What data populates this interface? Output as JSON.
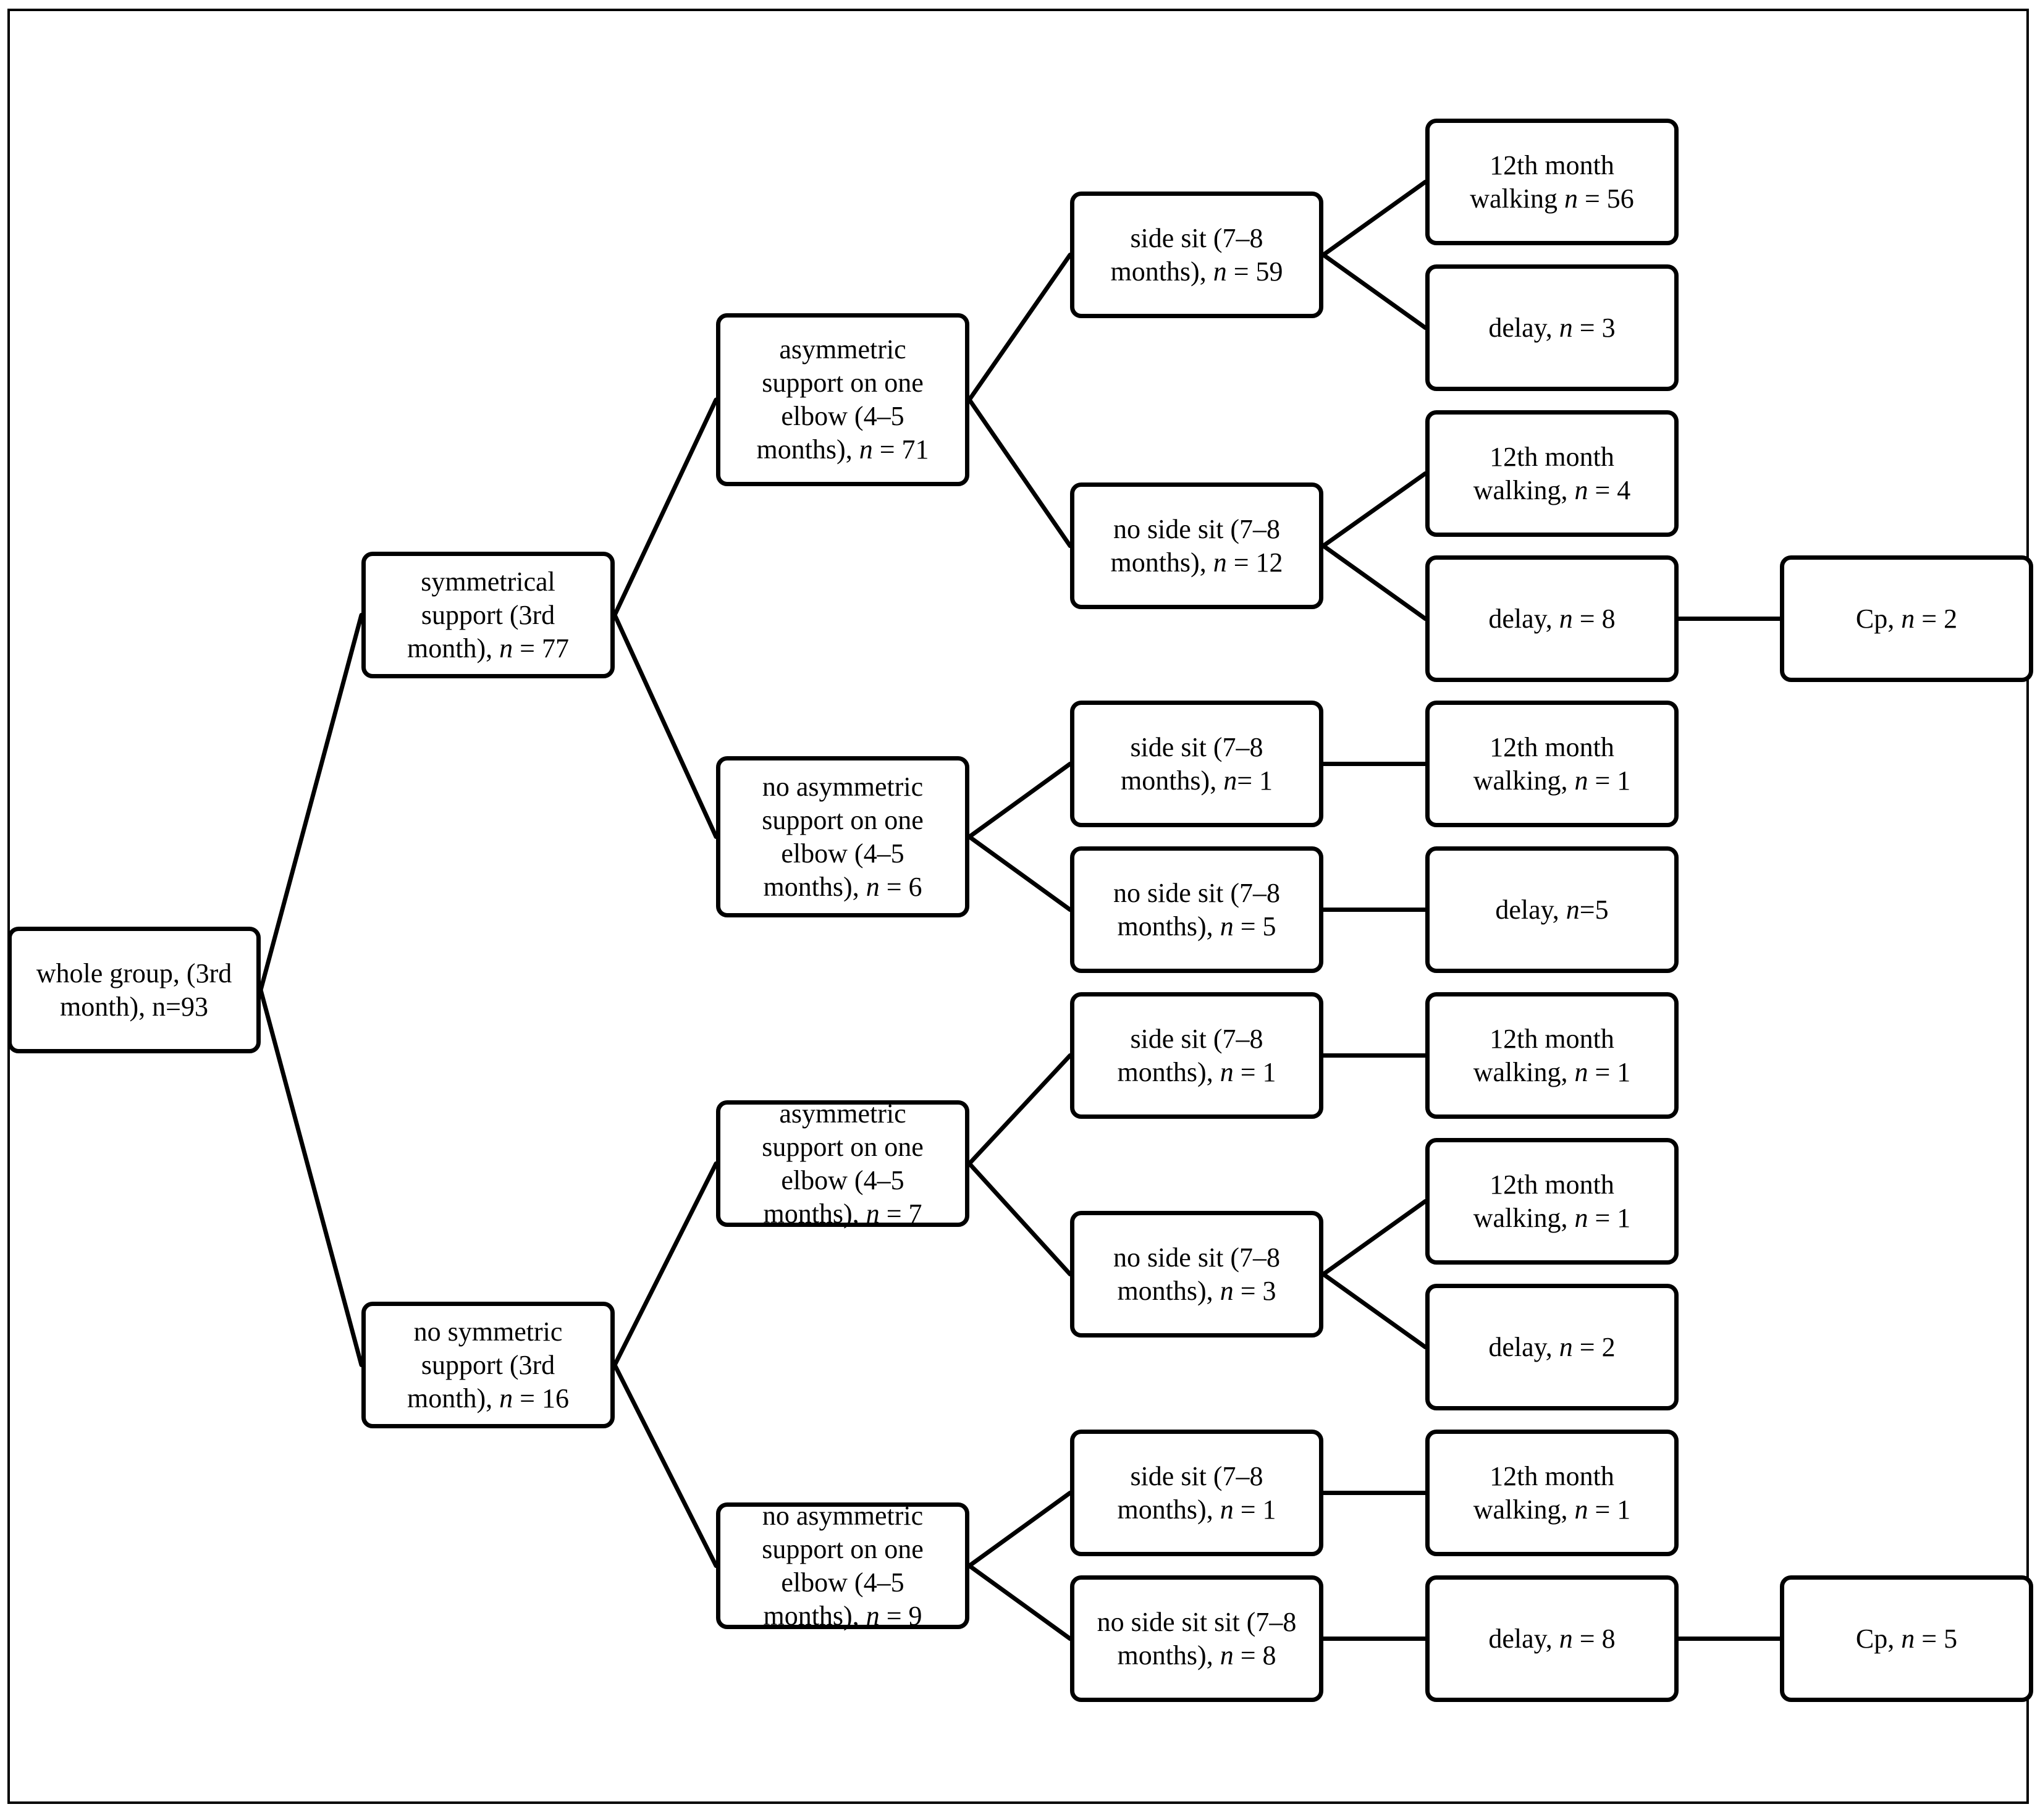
{
  "nodes": [
    {
      "id": "whole-group",
      "label": "whole group, (3rd\nmonth), n=93"
    },
    {
      "id": "symmetrical",
      "label": "symmetrical\nsupport (3rd\nmonth), *n* = 77"
    },
    {
      "id": "no-symmetric",
      "label": "no symmetric\nsupport (3rd\nmonth), *n* = 16"
    },
    {
      "id": "asym-71",
      "label": "asymmetric\nsupport on one\nelbow (4–5\nmonths), *n* = 71"
    },
    {
      "id": "noasym-6",
      "label": "no asymmetric\nsupport on one\nelbow  (4–5\nmonths),  *n* = 6"
    },
    {
      "id": "asym-7",
      "label": "asymmetric\nsupport on one\nelbow  (4–5\nmonths), *n* = 7"
    },
    {
      "id": "noasym-9",
      "label": "no asymmetric\nsupport on one\nelbow  (4–5\nmonths), *n* = 9"
    },
    {
      "id": "sidesit-59",
      "label": "side sit (7–8\nmonths), *n* = 59"
    },
    {
      "id": "nosidesit-12",
      "label": "no side sit (7–8\nmonths), *n* = 12"
    },
    {
      "id": "sidesit-1a",
      "label": "side sit  (7–8\nmonths),  *n*= 1"
    },
    {
      "id": "nosidesit-5",
      "label": "no side sit (7–8\nmonths), *n* = 5"
    },
    {
      "id": "sidesit-1b",
      "label": "side sit (7–8\nmonths), *n* = 1"
    },
    {
      "id": "nosidesit-3",
      "label": "no side sit  (7–8\nmonths), *n* = 3"
    },
    {
      "id": "sidesit-1c",
      "label": "side sit  (7–8\nmonths), *n* = 1"
    },
    {
      "id": "nosidesit-8",
      "label": "no side sit  sit (7–8\nmonths), *n* = 8"
    },
    {
      "id": "walk-56",
      "label": "12th month\nwalking *n* = 56"
    },
    {
      "id": "delay-3",
      "label": "delay, *n* = 3"
    },
    {
      "id": "walk-4",
      "label": "12th month\nwalking, *n* = 4"
    },
    {
      "id": "delay-8a",
      "label": "delay, *n* = 8"
    },
    {
      "id": "walk-1a",
      "label": "12th month\nwalking, *n* = 1"
    },
    {
      "id": "delay-5",
      "label": "delay, *n*=5"
    },
    {
      "id": "walk-1b",
      "label": "12th month\nwalking, *n* = 1"
    },
    {
      "id": "walk-1c",
      "label": "12th month\nwalking, *n* = 1"
    },
    {
      "id": "delay-2",
      "label": "delay, *n* = 2"
    },
    {
      "id": "walk-1d",
      "label": "12th month\nwalking, *n* = 1"
    },
    {
      "id": "delay-8b",
      "label": "delay, *n* = 8"
    },
    {
      "id": "cp-2",
      "label": "Cp, *n* = 2"
    },
    {
      "id": "cp-5",
      "label": "Cp, *n* = 5"
    }
  ],
  "edges": [
    [
      "whole-group",
      "symmetrical"
    ],
    [
      "whole-group",
      "no-symmetric"
    ],
    [
      "symmetrical",
      "asym-71"
    ],
    [
      "symmetrical",
      "noasym-6"
    ],
    [
      "no-symmetric",
      "asym-7"
    ],
    [
      "no-symmetric",
      "noasym-9"
    ],
    [
      "asym-71",
      "sidesit-59"
    ],
    [
      "asym-71",
      "nosidesit-12"
    ],
    [
      "noasym-6",
      "sidesit-1a"
    ],
    [
      "noasym-6",
      "nosidesit-5"
    ],
    [
      "asym-7",
      "sidesit-1b"
    ],
    [
      "asym-7",
      "nosidesit-3"
    ],
    [
      "noasym-9",
      "sidesit-1c"
    ],
    [
      "noasym-9",
      "nosidesit-8"
    ],
    [
      "sidesit-59",
      "walk-56"
    ],
    [
      "sidesit-59",
      "delay-3"
    ],
    [
      "nosidesit-12",
      "walk-4"
    ],
    [
      "nosidesit-12",
      "delay-8a"
    ],
    [
      "sidesit-1a",
      "walk-1a"
    ],
    [
      "nosidesit-5",
      "delay-5"
    ],
    [
      "sidesit-1b",
      "walk-1b"
    ],
    [
      "nosidesit-3",
      "walk-1c"
    ],
    [
      "nosidesit-3",
      "delay-2"
    ],
    [
      "sidesit-1c",
      "walk-1d"
    ],
    [
      "nosidesit-8",
      "delay-8b"
    ],
    [
      "delay-8a",
      "cp-2"
    ],
    [
      "delay-8b",
      "cp-5"
    ]
  ]
}
